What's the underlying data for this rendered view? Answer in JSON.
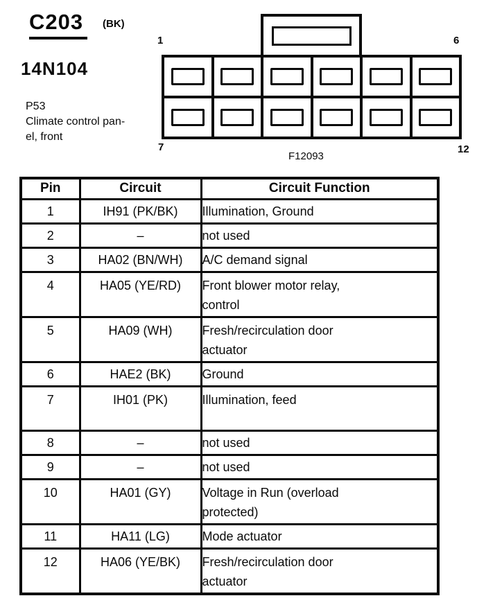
{
  "header": {
    "connector_id": "C203",
    "connector_color": "(BK)",
    "part_number": "14N104",
    "component_code": "P53",
    "component_desc_line1": "Climate control pan-",
    "component_desc_line2": "el, front"
  },
  "connector_diagram": {
    "rows": 2,
    "columns": 6,
    "pin_label_top_left": "1",
    "pin_label_top_right": "6",
    "pin_label_bottom_left": "7",
    "pin_label_bottom_right": "12",
    "figure_number": "F12093"
  },
  "table": {
    "columns": {
      "pin": "Pin",
      "circuit": "Circuit",
      "function": "Circuit Function"
    },
    "rows": [
      {
        "pin": "1",
        "circuit": "IH91 (PK/BK)",
        "function": "Illumination, Ground"
      },
      {
        "pin": "2",
        "circuit": "–",
        "function": "not used"
      },
      {
        "pin": "3",
        "circuit": "HA02 (BN/WH)",
        "function": "A/C demand signal"
      },
      {
        "pin": "4",
        "circuit": "HA05 (YE/RD)",
        "function": "Front blower motor relay,\ncontrol"
      },
      {
        "pin": "5",
        "circuit": "HA09 (WH)",
        "function": "Fresh/recirculation door\nactuator"
      },
      {
        "pin": "6",
        "circuit": "HAE2 (BK)",
        "function": "Ground"
      },
      {
        "pin": "7",
        "circuit": "IH01 (PK)",
        "function": "Illumination, feed"
      },
      {
        "pin": "8",
        "circuit": "–",
        "function": "not used"
      },
      {
        "pin": "9",
        "circuit": "–",
        "function": "not used"
      },
      {
        "pin": "10",
        "circuit": "HA01 (GY)",
        "function": "Voltage in Run (overload\nprotected)"
      },
      {
        "pin": "11",
        "circuit": "HA11 (LG)",
        "function": "Mode actuator"
      },
      {
        "pin": "12",
        "circuit": "HA06 (YE/BK)",
        "function": "Fresh/recirculation door\nactuator"
      }
    ]
  },
  "colors": {
    "ink": "#0a0a0a",
    "background": "#ffffff"
  }
}
